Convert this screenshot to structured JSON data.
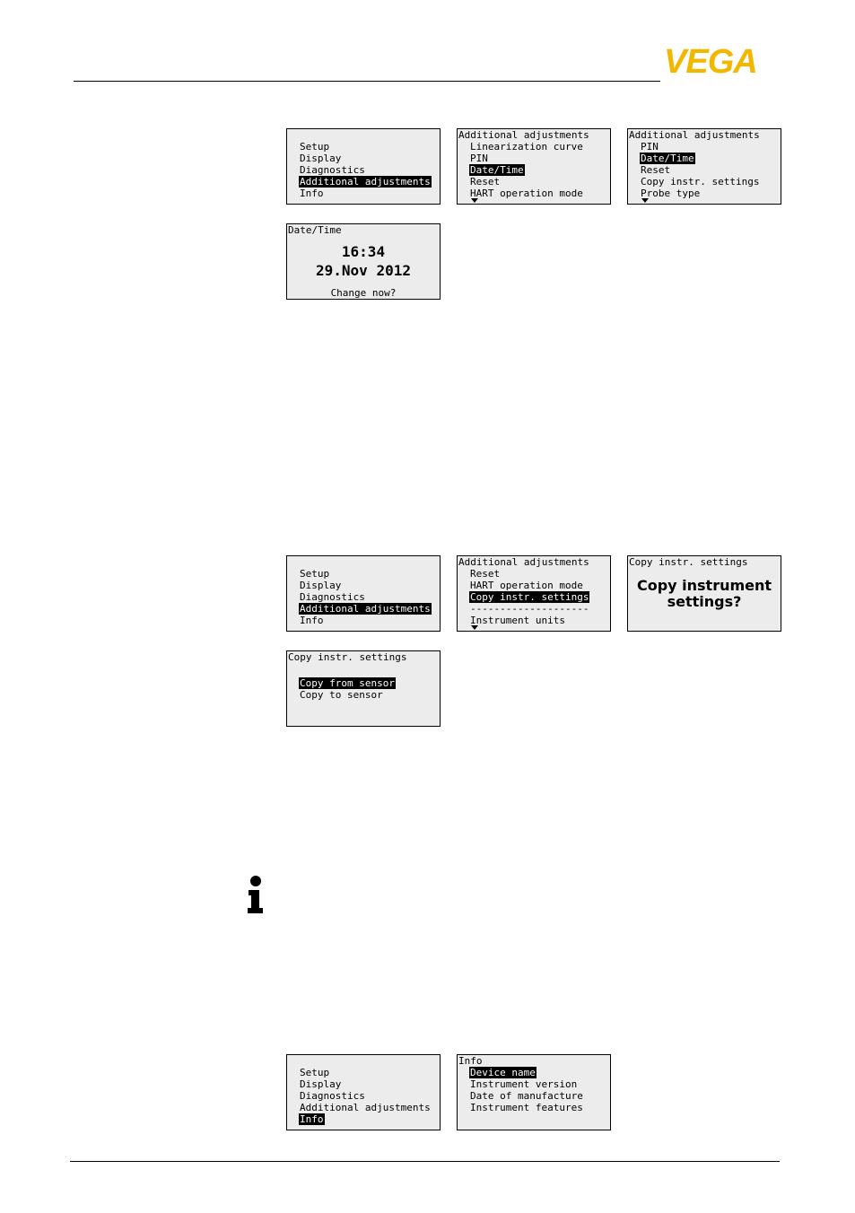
{
  "brand": {
    "logo_text": "VEGA",
    "color": "#f2b800"
  },
  "screens": {
    "s1": {
      "items": [
        "Setup",
        "Display",
        "Diagnostics",
        "Additional adjustments",
        "Info"
      ],
      "selected": 3
    },
    "s2": {
      "header": "Additional adjustments",
      "items": [
        "Linearization curve",
        "PIN",
        "Date/Time",
        "Reset",
        "HART operation mode"
      ],
      "selected": 2,
      "more": true
    },
    "s3": {
      "header": "Additional adjustments",
      "items": [
        "PIN",
        "Date/Time",
        "Reset",
        "Copy instr. settings",
        "Probe type"
      ],
      "selected": 1,
      "more": true
    },
    "s4": {
      "header": "Date/Time",
      "time": "16:34",
      "date": "29.Nov 2012",
      "prompt": "Change now?"
    },
    "s5": {
      "items": [
        "Setup",
        "Display",
        "Diagnostics",
        "Additional adjustments",
        "Info"
      ],
      "selected": 3
    },
    "s6": {
      "header": "Additional adjustments",
      "items": [
        "Reset",
        "HART operation mode",
        "Copy instr. settings",
        "--------------------",
        "Instrument units"
      ],
      "selected": 2,
      "more": true
    },
    "s7": {
      "header": "Copy instr. settings",
      "line1": "Copy instrument",
      "line2": "settings?"
    },
    "s8": {
      "header": "Copy instr. settings",
      "items": [
        "Copy from sensor",
        "Copy to sensor"
      ],
      "selected": 0
    },
    "s9": {
      "items": [
        "Setup",
        "Display",
        "Diagnostics",
        "Additional adjustments",
        "Info"
      ],
      "selected": 4
    },
    "s10": {
      "header": "Info",
      "items": [
        "Device name",
        "Instrument version",
        "Date of manufacture",
        "Instrument features"
      ],
      "selected": 0
    }
  }
}
